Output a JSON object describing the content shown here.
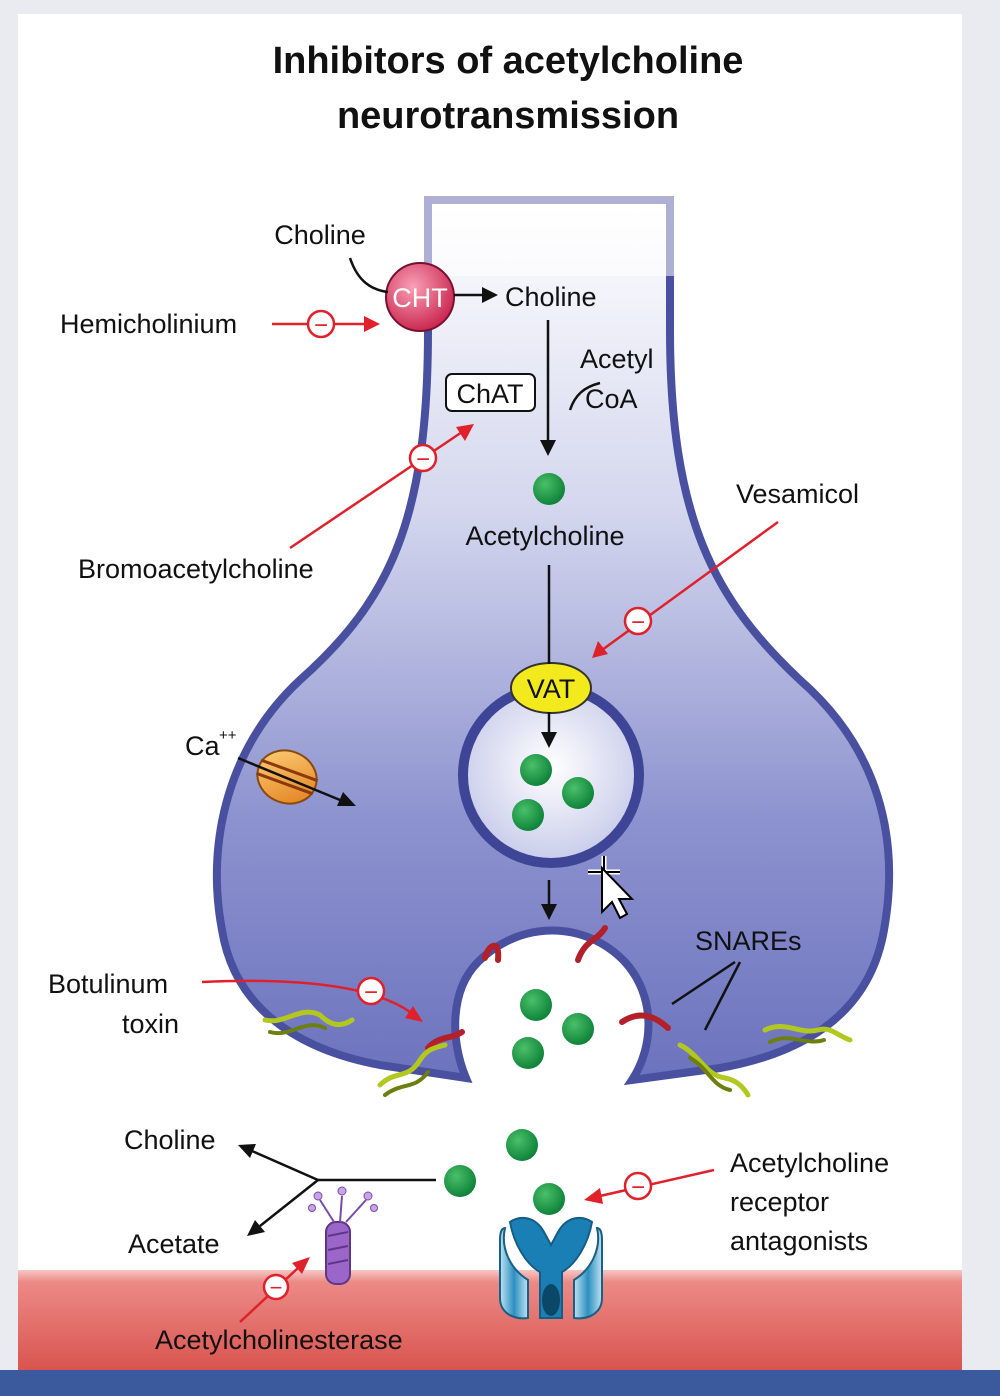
{
  "title": {
    "line1": "Inhibitors of acetylcholine",
    "line2": "neurotransmission"
  },
  "labels": {
    "choline_outside": "Choline",
    "choline_inside": "Choline",
    "cht": "CHT",
    "hemicholinium": "Hemicholinium",
    "chat": "ChAT",
    "acetyl": "Acetyl",
    "coa": "CoA",
    "bromoacetylcholine": "Bromoacetylcholine",
    "acetylcholine": "Acetylcholine",
    "vesamicol": "Vesamicol",
    "vat": "VAT",
    "ca_ion": "Ca",
    "ca_charge": "++",
    "snares": "SNAREs",
    "botulinum_line1": "Botulinum",
    "botulinum_line2": "toxin",
    "choline_product": "Choline",
    "acetate_product": "Acetate",
    "receptor_antagonists_line1": "Acetylcholine",
    "receptor_antagonists_line2": "receptor",
    "receptor_antagonists_line3": "antagonists",
    "ache_inhibitors_line1": "Acetylcholinesterase",
    "inhibition_symbol": "−"
  },
  "colors": {
    "neuron_fill": "#7f86c6",
    "neuron_outline": "#3f4596",
    "inhibitor_arrow": "#e0202a",
    "acetylcholine_molecule": "#149a45",
    "cht_transporter": "#d63a5a",
    "vat_transporter": "#f3ea1e",
    "postsynaptic_membrane": "#e76a6a",
    "receptor": "#2c8fc0",
    "esterase": "#9a66c8",
    "calcium_channel": "#f0902a"
  },
  "icons": [
    "mouse-move-cursor-icon"
  ]
}
